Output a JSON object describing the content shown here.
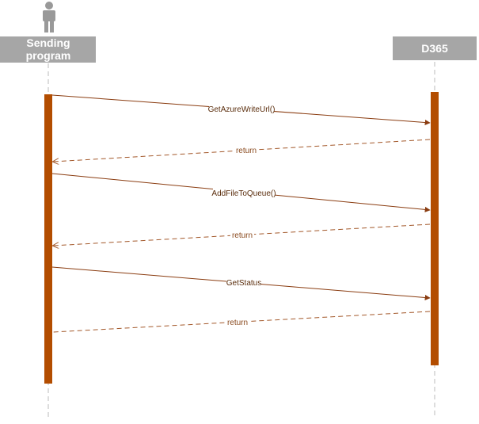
{
  "participants": {
    "sender": {
      "label_line1": "Sending",
      "label_line2": "program",
      "icon": "actor-icon"
    },
    "receiver": {
      "label": "D365"
    }
  },
  "messages": [
    {
      "label": "GetAzureWriteUrl()",
      "kind": "call"
    },
    {
      "label": "return",
      "kind": "return"
    },
    {
      "label": "AddFileToQueue()",
      "kind": "call"
    },
    {
      "label": "return",
      "kind": "return"
    },
    {
      "label": "GetStatus",
      "kind": "call"
    },
    {
      "label": "return",
      "kind": "return"
    }
  ],
  "colors": {
    "activation": "#b34d00",
    "message_line": "#8a3c10",
    "return_line": "#a3582a",
    "header_fill": "#a6a6a6",
    "actor_fill": "#999999",
    "lifeline": "#bbbbbb"
  }
}
